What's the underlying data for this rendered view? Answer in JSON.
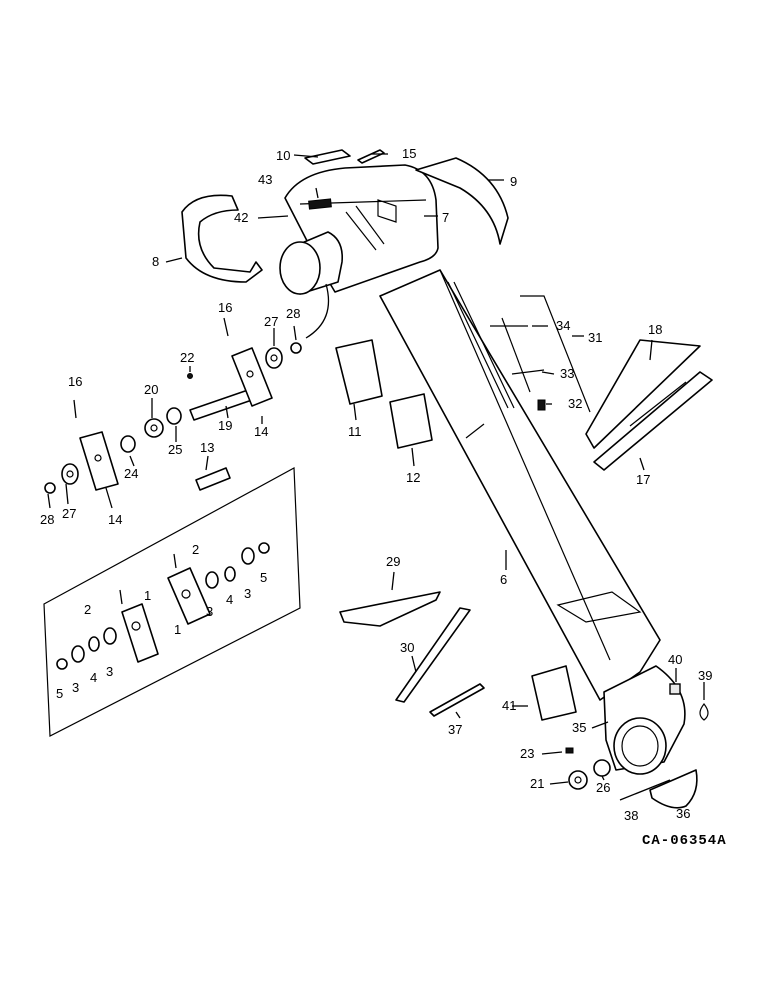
{
  "drawing_number": "CA-06354A",
  "labels": {
    "l1a": "1",
    "l1b": "1",
    "l2a": "2",
    "l2b": "2",
    "l3a": "3",
    "l3b": "3",
    "l3c": "3",
    "l3d": "3",
    "l4a": "4",
    "l4b": "4",
    "l5a": "5",
    "l5b": "5",
    "l6": "6",
    "l7": "7",
    "l8": "8",
    "l9": "9",
    "l10": "10",
    "l11": "11",
    "l12": "12",
    "l13": "13",
    "l14a": "14",
    "l14b": "14",
    "l15": "15",
    "l16a": "16",
    "l16b": "16",
    "l17": "17",
    "l18": "18",
    "l19": "19",
    "l20": "20",
    "l21": "21",
    "l22": "22",
    "l23": "23",
    "l24": "24",
    "l25": "25",
    "l26": "26",
    "l27a": "27",
    "l27b": "27",
    "l28a": "28",
    "l28b": "28",
    "l29": "29",
    "l30": "30",
    "l31": "31",
    "l32": "32",
    "l33": "33",
    "l34": "34",
    "l35": "35",
    "l36": "36",
    "l37": "37",
    "l38": "38",
    "l39": "39",
    "l40": "40",
    "l41": "41",
    "l42": "42",
    "l43": "43"
  }
}
